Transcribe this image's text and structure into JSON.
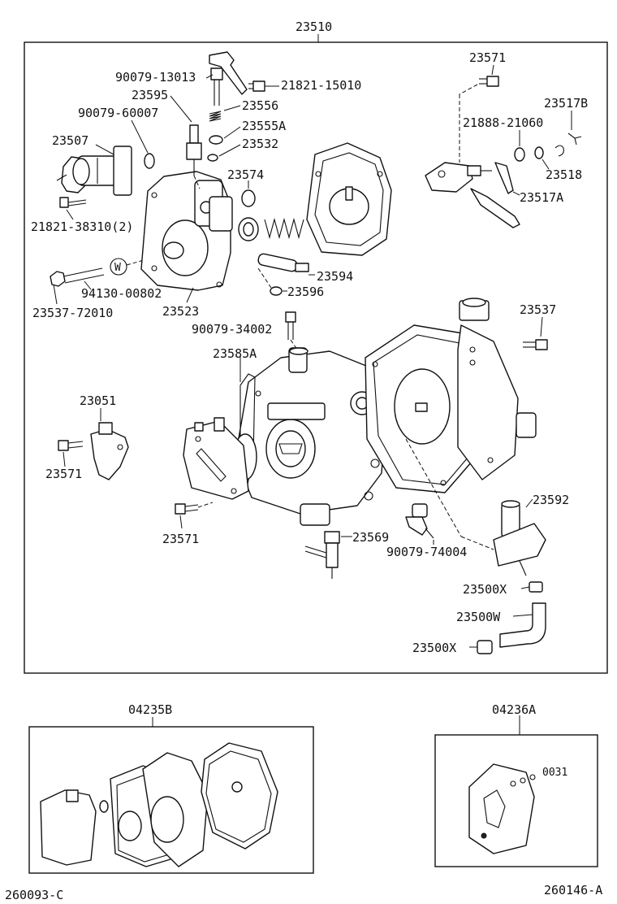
{
  "labels": {
    "main_assembly": "23510",
    "bolt_13013": "90079-13013",
    "nut_15010": "21821-15010",
    "p23595": "23595",
    "p23556": "23556",
    "p60007": "90079-60007",
    "p23555A": "23555A",
    "p23507": "23507",
    "p23532": "23532",
    "p23574": "23574",
    "bolt_38310": "21821-38310(2)",
    "p23594": "23594",
    "washer_00802": "94130-00802",
    "p23596": "23596",
    "bolt_72010": "23537-72010",
    "p23523": "23523",
    "p23571_top": "23571",
    "p23517B": "23517B",
    "p21060": "21888-21060",
    "p23518": "23518",
    "p23517A": "23517A",
    "p34002": "90079-34002",
    "p23537": "23537",
    "p23585A": "23585A",
    "p23051": "23051",
    "p23571_left": "23571",
    "p23592": "23592",
    "p23571_bottom": "23571",
    "p23569": "23569",
    "p74004": "90079-74004",
    "p23500X_top": "23500X",
    "p23500W": "23500W",
    "p23500X_bottom": "23500X",
    "kit_04235B": "04235B",
    "kit_04236A": "04236A",
    "kit_number_0031": "0031",
    "washer_mark": "W",
    "footer_left": "260093-C",
    "footer_right": "260146-A"
  }
}
